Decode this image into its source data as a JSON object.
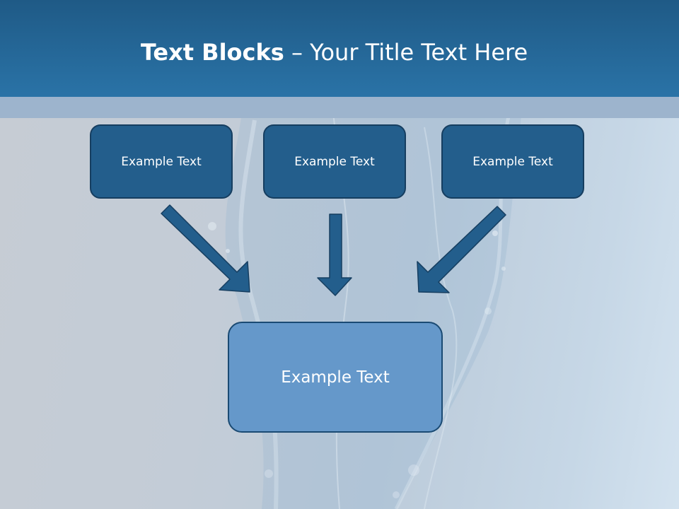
{
  "slide": {
    "title_bold": "Text Blocks",
    "title_dash": " – ",
    "title_rest": "Your Title Text Here"
  },
  "blocks": {
    "top": [
      {
        "label": "Example Text"
      },
      {
        "label": "Example Text"
      },
      {
        "label": "Example Text"
      }
    ],
    "bottom": {
      "label": "Example Text"
    }
  },
  "colors": {
    "header": "#2a73a7",
    "accent_strip": "#9db4cd",
    "small_block": "#235e8c",
    "large_block": "#6598ca",
    "arrow": "#235e8c"
  }
}
